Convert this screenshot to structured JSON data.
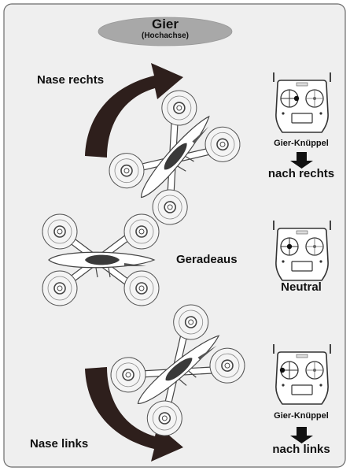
{
  "header": {
    "title": "Gier",
    "subtitle": "(Hochachse)"
  },
  "rows": [
    {
      "direction_label": "Nase rechts",
      "stick_caption": "Gier-Knüppel",
      "result_label": "nach rechts",
      "left_stick_position": "right"
    },
    {
      "direction_label": "Geradeaus",
      "stick_caption": "",
      "result_label": "Neutral",
      "left_stick_position": "center"
    },
    {
      "direction_label": "Nase links",
      "stick_caption": "Gier-Knüppel",
      "result_label": "nach links",
      "left_stick_position": "left"
    }
  ],
  "colors": {
    "panel_bg": "#efefef",
    "panel_border": "#6b6b6b",
    "header_ellipse": "#a8a8a8",
    "arrow": "#2e1f1c",
    "drone_body": "#3a3a3a",
    "line": "#444444"
  }
}
